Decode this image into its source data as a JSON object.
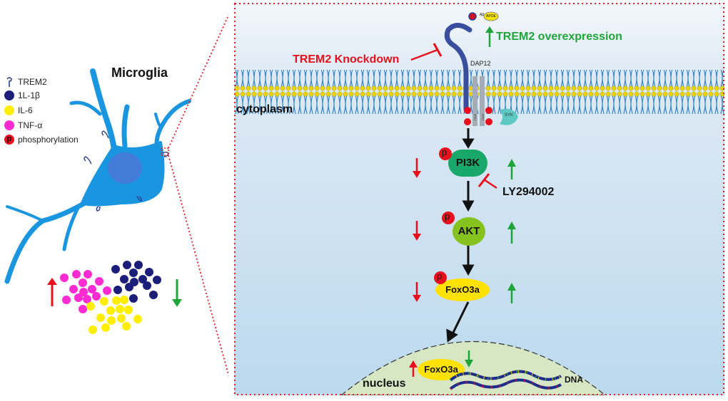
{
  "figure": {
    "left_panel": {
      "title": "Microglia",
      "legend": [
        {
          "label": "TREM2",
          "icon": "trem2-receptor-icon",
          "color": "#2b3f94"
        },
        {
          "label": "1L-1β",
          "icon": "circle-icon",
          "color": "#1c1f7a"
        },
        {
          "label": "IL-6",
          "icon": "circle-icon",
          "color": "#ffee00"
        },
        {
          "label": "TNF-α",
          "icon": "circle-icon",
          "color": "#ff2bd2"
        },
        {
          "label": "phosphorylation",
          "icon": "phospho-p-icon",
          "color": "#e8101c",
          "glyph": "p"
        }
      ],
      "cytokine_change": {
        "left_arrow": "up",
        "right_arrow": "down"
      }
    },
    "right_panel": {
      "ligands": [
        {
          "label": "Aβ",
          "color": "#d0101c"
        },
        {
          "label": "APOE",
          "color": "#f5e400"
        }
      ],
      "trem2_knockdown": "TREM2 Knockdown",
      "trem2_overexpression": "TREM2 overexpression",
      "dap12": "DAP12",
      "itam": "ITAM",
      "syk": "SYK",
      "cytoplasm": "cytoplasm",
      "phospho_glyph": "p",
      "inhibitor": "LY294002",
      "nodes": [
        {
          "label": "PI3K",
          "color": "#1aa86a",
          "knockdown": "down",
          "overexpression": "up"
        },
        {
          "label": "AKT",
          "color": "#86c21d",
          "knockdown": "down",
          "overexpression": "up"
        },
        {
          "label": "FoxO3a",
          "color": "#ffe200",
          "knockdown": "down",
          "overexpression": "up"
        }
      ],
      "nucleus": {
        "label": "nucleus",
        "tf": "FoxO3a",
        "knockdown": "up",
        "overexpression": "down",
        "dna": "DNA"
      }
    },
    "colors": {
      "knockdown": "#e8101c",
      "overexpression": "#1ea53a",
      "microglia": "#1a96e0",
      "zoom_border": "#e01f26",
      "cytoplasm_bg": "#c2dcef",
      "nucleus_bg": "#d7e6c3"
    }
  }
}
